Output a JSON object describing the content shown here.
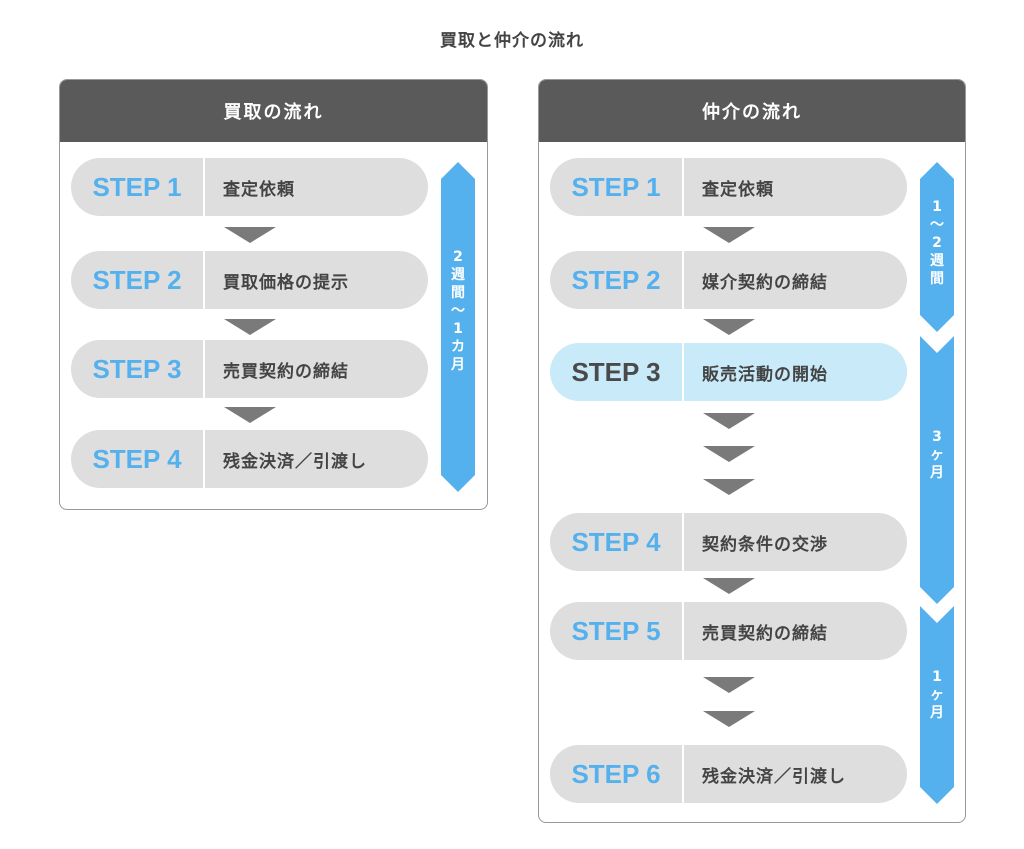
{
  "title": "買取と仲介の流れ",
  "colors": {
    "accent": "#55b1ee",
    "header": "#5a5a5a",
    "pill": "#dedede",
    "highlight": "#c9eaf8",
    "arrow": "#7a7a7a"
  },
  "kaitori": {
    "heading": "買取の流れ",
    "steps": [
      {
        "num": "STEP 1",
        "label": "査定依頼"
      },
      {
        "num": "STEP 2",
        "label": "買取価格の提示"
      },
      {
        "num": "STEP 3",
        "label": "売買契約の締結"
      },
      {
        "num": "STEP 4",
        "label": "残金決済／引渡し"
      }
    ],
    "duration": [
      "2",
      "週",
      "間",
      "〜",
      "1",
      "カ",
      "月"
    ]
  },
  "chukai": {
    "heading": "仲介の流れ",
    "steps": [
      {
        "num": "STEP 1",
        "label": "査定依頼"
      },
      {
        "num": "STEP 2",
        "label": "媒介契約の締結"
      },
      {
        "num": "STEP 3",
        "label": "販売活動の開始",
        "highlighted": true
      },
      {
        "num": "STEP 4",
        "label": "契約条件の交渉"
      },
      {
        "num": "STEP 5",
        "label": "売買契約の締結"
      },
      {
        "num": "STEP 6",
        "label": "残金決済／引渡し"
      }
    ],
    "durations": [
      [
        "1",
        "〜",
        "2",
        "週",
        "間"
      ],
      [
        "3",
        "ヶ",
        "月"
      ],
      [
        "1",
        "ヶ",
        "月"
      ]
    ]
  }
}
